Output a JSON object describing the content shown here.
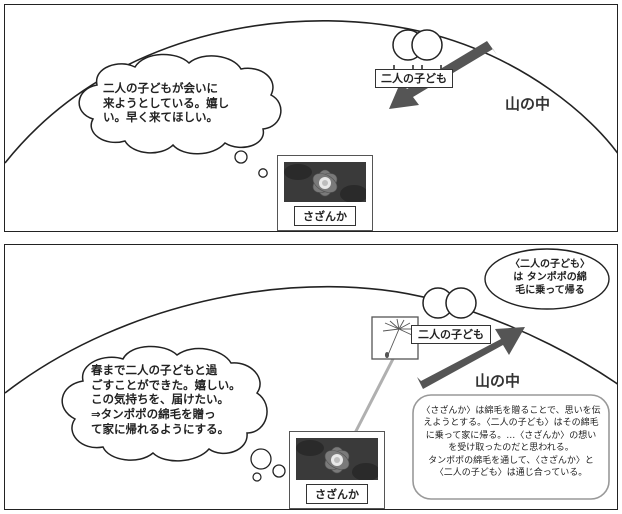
{
  "top_panel": {
    "thought": "二人の子どもが会いに\n来ようとしている。嬉し\nい。早く来てほしい。",
    "children_label": "二人の子ども",
    "mountain_label": "山の中",
    "card_label": "さざんか"
  },
  "bottom_panel": {
    "thought": "春まで二人の子どもと過\nごすことができた。嬉しい。\nこの気持ちを、届けたい。\n⇒タンポポの綿毛を贈っ\nて家に帰れるようにする。",
    "children_label": "二人の子ども",
    "children_note": "〈二人の子ども〉\nは タンポポの綿\n毛に乗って帰る",
    "mountain_label": "山の中",
    "explanation": "〈さざんか〉は綿毛を贈ることで、思いを伝\nえようとする。〈二人の子ども〉はその綿毛\nに乗って家に帰る。…〈さざんか〉の想い\nを受け取ったのだと思われる。\nタンポポの綿毛を通して、〈さざんか〉と\n〈二人の子ども〉は通じ合っている。",
    "card_label": "さざんか"
  },
  "colors": {
    "arrow": "#555555",
    "line": "#222222",
    "connector": "#b0b0b0",
    "flower_petal": "#7a7a7a",
    "leaf": "#2f2f2f"
  }
}
